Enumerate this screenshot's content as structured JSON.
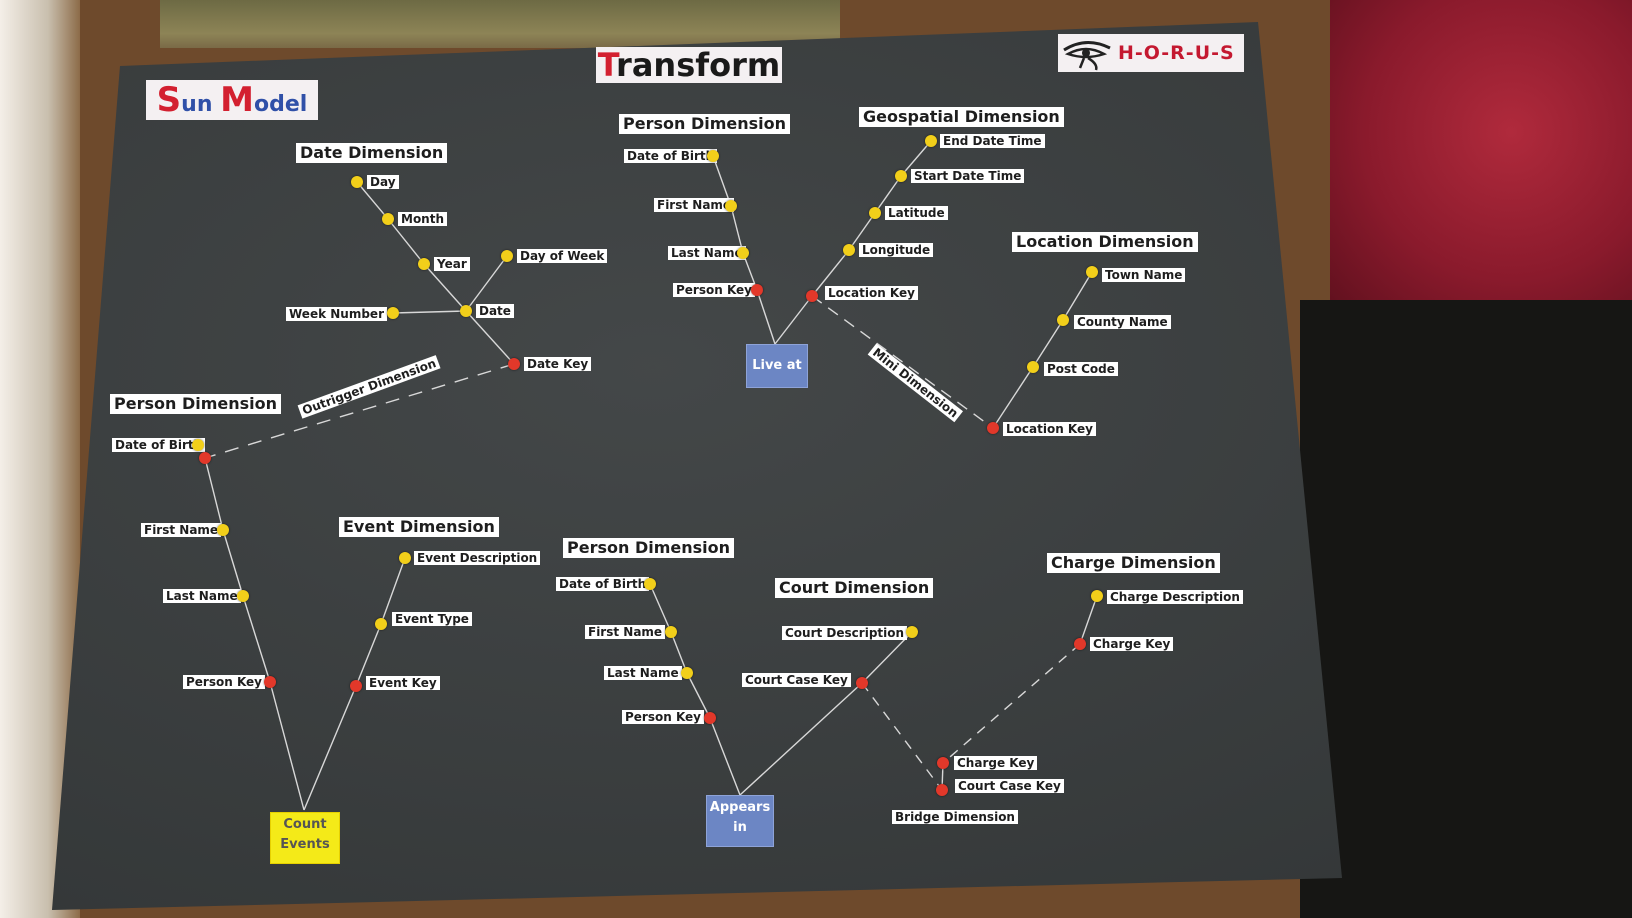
{
  "header": {
    "title_first": "T",
    "title_rest": "ransform",
    "sun_s": "S",
    "sun_un": "un",
    "sun_m": "M",
    "sun_odel": "odel",
    "brand": "H-O-R-U-S",
    "brand_icon": "eye-of-horus-icon"
  },
  "colors": {
    "attribute_dot": "#f2cf1a",
    "key_dot": "#e2382a",
    "fact_box": "#6c86c4",
    "count_box": "#f4ea18",
    "board": "#383c3d"
  },
  "date_dimension": {
    "title": "Date Dimension",
    "day": "Day",
    "month": "Month",
    "year": "Year",
    "day_of_week": "Day of Week",
    "week_number": "Week Number",
    "date": "Date",
    "date_key": "Date Key"
  },
  "outrigger_label": "Outrigger Dimension",
  "person_left": {
    "title": "Person Dimension",
    "date_of_birth": "Date of Birth",
    "first_name": "First Name",
    "last_name": "Last Name",
    "person_key": "Person Key"
  },
  "person_top": {
    "title": "Person Dimension",
    "date_of_birth": "Date of Birth",
    "first_name": "First Name",
    "last_name": "Last Name",
    "person_key": "Person Key"
  },
  "geospatial": {
    "title": "Geospatial Dimension",
    "end_date_time": "End Date Time",
    "start_date_time": "Start Date Time",
    "latitude": "Latitude",
    "longitude": "Longitude",
    "location_key": "Location Key"
  },
  "mini_label": "Mini Dimension",
  "location": {
    "title": "Location Dimension",
    "town_name": "Town Name",
    "county_name": "County Name",
    "post_code": "Post Code",
    "location_key": "Location Key"
  },
  "live_at": "Live at",
  "event": {
    "title": "Event Dimension",
    "event_description": "Event Description",
    "event_type": "Event Type",
    "event_key": "Event Key"
  },
  "count_events": {
    "line1": "Count",
    "line2": "Events"
  },
  "person_bottom": {
    "title": "Person Dimension",
    "date_of_birth": "Date of Birth",
    "first_name": "First Name",
    "last_name": "Last Name",
    "person_key": "Person Key"
  },
  "court": {
    "title": "Court Dimension",
    "court_description": "Court Description",
    "court_case_key": "Court Case Key"
  },
  "appears_in": {
    "line1": "Appears",
    "line2": "in"
  },
  "charge": {
    "title": "Charge Dimension",
    "charge_description": "Charge Description",
    "charge_key": "Charge Key"
  },
  "bridge": {
    "title": "Bridge Dimension",
    "charge_key": "Charge Key",
    "court_case_key": "Court Case Key"
  }
}
